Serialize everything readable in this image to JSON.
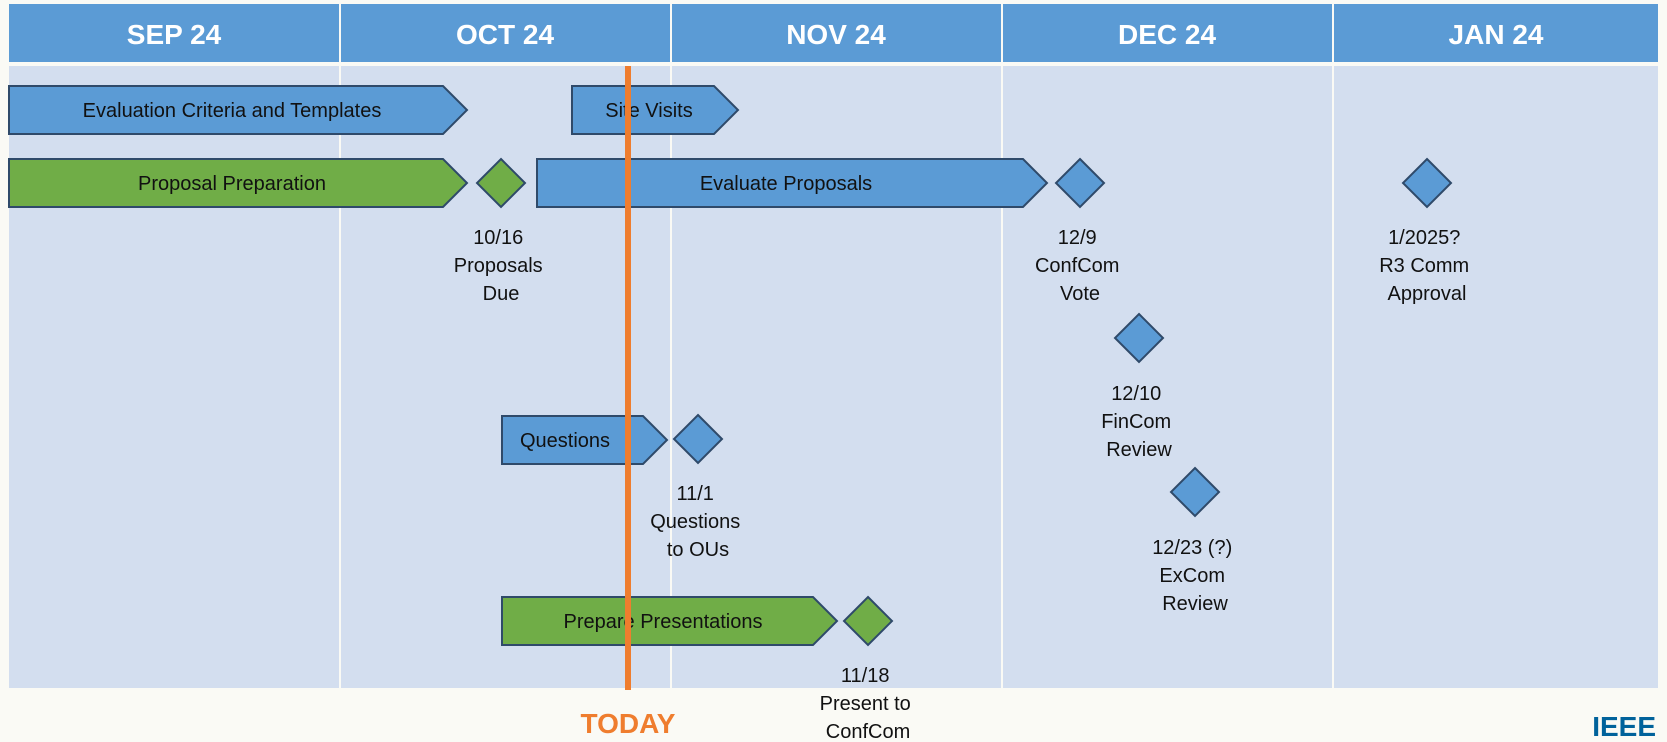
{
  "colors": {
    "header": "#5b9bd5",
    "column_bg": "#d3deef",
    "blue_bar": "#5b9bd5",
    "green_bar": "#70ad47",
    "outline": "#2f4a6a",
    "today_line": "#ef7d2e",
    "logo": "#00629b"
  },
  "months": [
    "SEP 24",
    "OCT 24",
    "NOV 24",
    "DEC 24",
    "JAN 24"
  ],
  "bars": [
    {
      "label": "Evaluation Criteria and Templates",
      "color": "blue",
      "row": 1
    },
    {
      "label": "Site Visits",
      "color": "blue",
      "row": 1
    },
    {
      "label": "Proposal Preparation",
      "color": "green",
      "row": 2
    },
    {
      "label": "Evaluate Proposals",
      "color": "blue",
      "row": 2
    },
    {
      "label": "Questions",
      "color": "blue",
      "row": 3
    },
    {
      "label": "Prepare Presentations",
      "color": "green",
      "row": 4
    }
  ],
  "milestones": [
    {
      "color": "green",
      "lines": [
        "10/16",
        "Proposals",
        "Due"
      ]
    },
    {
      "color": "blue",
      "lines": [
        "12/9",
        "ConfCom",
        "Vote"
      ]
    },
    {
      "color": "blue",
      "lines": [
        "1/2025?",
        "R3 Comm",
        "Approval"
      ]
    },
    {
      "color": "blue",
      "lines": [
        "12/10",
        "FinCom",
        "Review"
      ]
    },
    {
      "color": "blue",
      "lines": [
        "11/1",
        "Questions",
        "to OUs"
      ]
    },
    {
      "color": "blue",
      "lines": [
        "12/23 (?)",
        "ExCom",
        "Review"
      ]
    },
    {
      "color": "green",
      "lines": [
        "11/18",
        "Present to",
        "ConfCom"
      ]
    }
  ],
  "today_label": "TODAY",
  "logo_text": "IEEE"
}
